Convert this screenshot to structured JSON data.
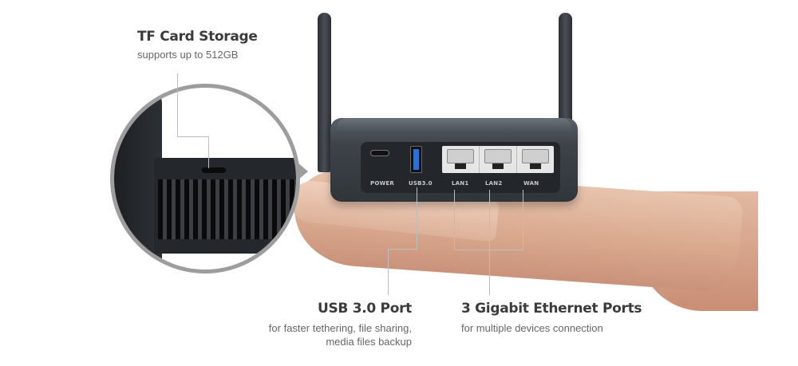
{
  "callouts": {
    "tf_card": {
      "title": "TF Card Storage",
      "subtitle": "supports up to 512GB"
    },
    "usb": {
      "title": "USB 3.0 Port",
      "subtitle_line1": "for faster tethering, file sharing,",
      "subtitle_line2": "media files backup"
    },
    "ethernet": {
      "title": "3 Gigabit Ethernet Ports",
      "subtitle": "for multiple devices connection"
    }
  },
  "router": {
    "ports": [
      {
        "label": "POWER",
        "icon": "usb-c-port-icon"
      },
      {
        "label": "USB3.0",
        "icon": "usb-a-port-icon"
      },
      {
        "label": "LAN1",
        "icon": "ethernet-port-icon"
      },
      {
        "label": "LAN2",
        "icon": "ethernet-port-icon"
      },
      {
        "label": "WAN",
        "icon": "ethernet-port-icon"
      }
    ]
  },
  "colors": {
    "usb_blue": "#2e6fd6",
    "router_body": "#3e444a",
    "callout_line": "#bdbdbd",
    "zoom_ring": "#9d9d9d"
  }
}
